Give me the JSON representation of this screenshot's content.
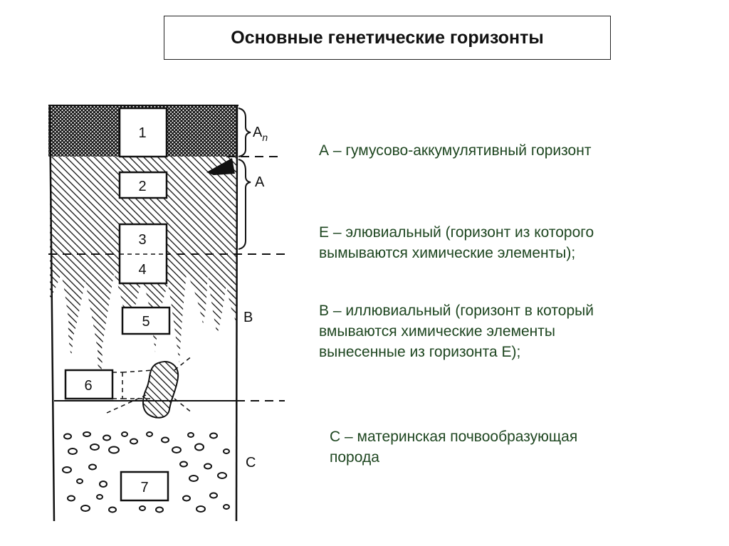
{
  "title": "Основные генетические горизонты",
  "diagram": {
    "sample_labels": [
      "1",
      "2",
      "3",
      "4",
      "5",
      "6",
      "7"
    ],
    "horizon_labels": {
      "an_main": "A",
      "an_sub": "n",
      "a": "A",
      "b": "B",
      "c": "C"
    }
  },
  "descriptions": {
    "a": "А – гумусово-аккумулятивный горизонт",
    "e": "Е – элювиальный (горизонт из которого\nвымываются химические элементы);",
    "b": "В – иллювиальный (горизонт в который\nвмываются химические элементы\nвынесенные из горизонта Е);",
    "c": "С – материнская почвообразующая\nпорода"
  },
  "colors": {
    "text_green": "#1e4620",
    "line": "#111111"
  }
}
